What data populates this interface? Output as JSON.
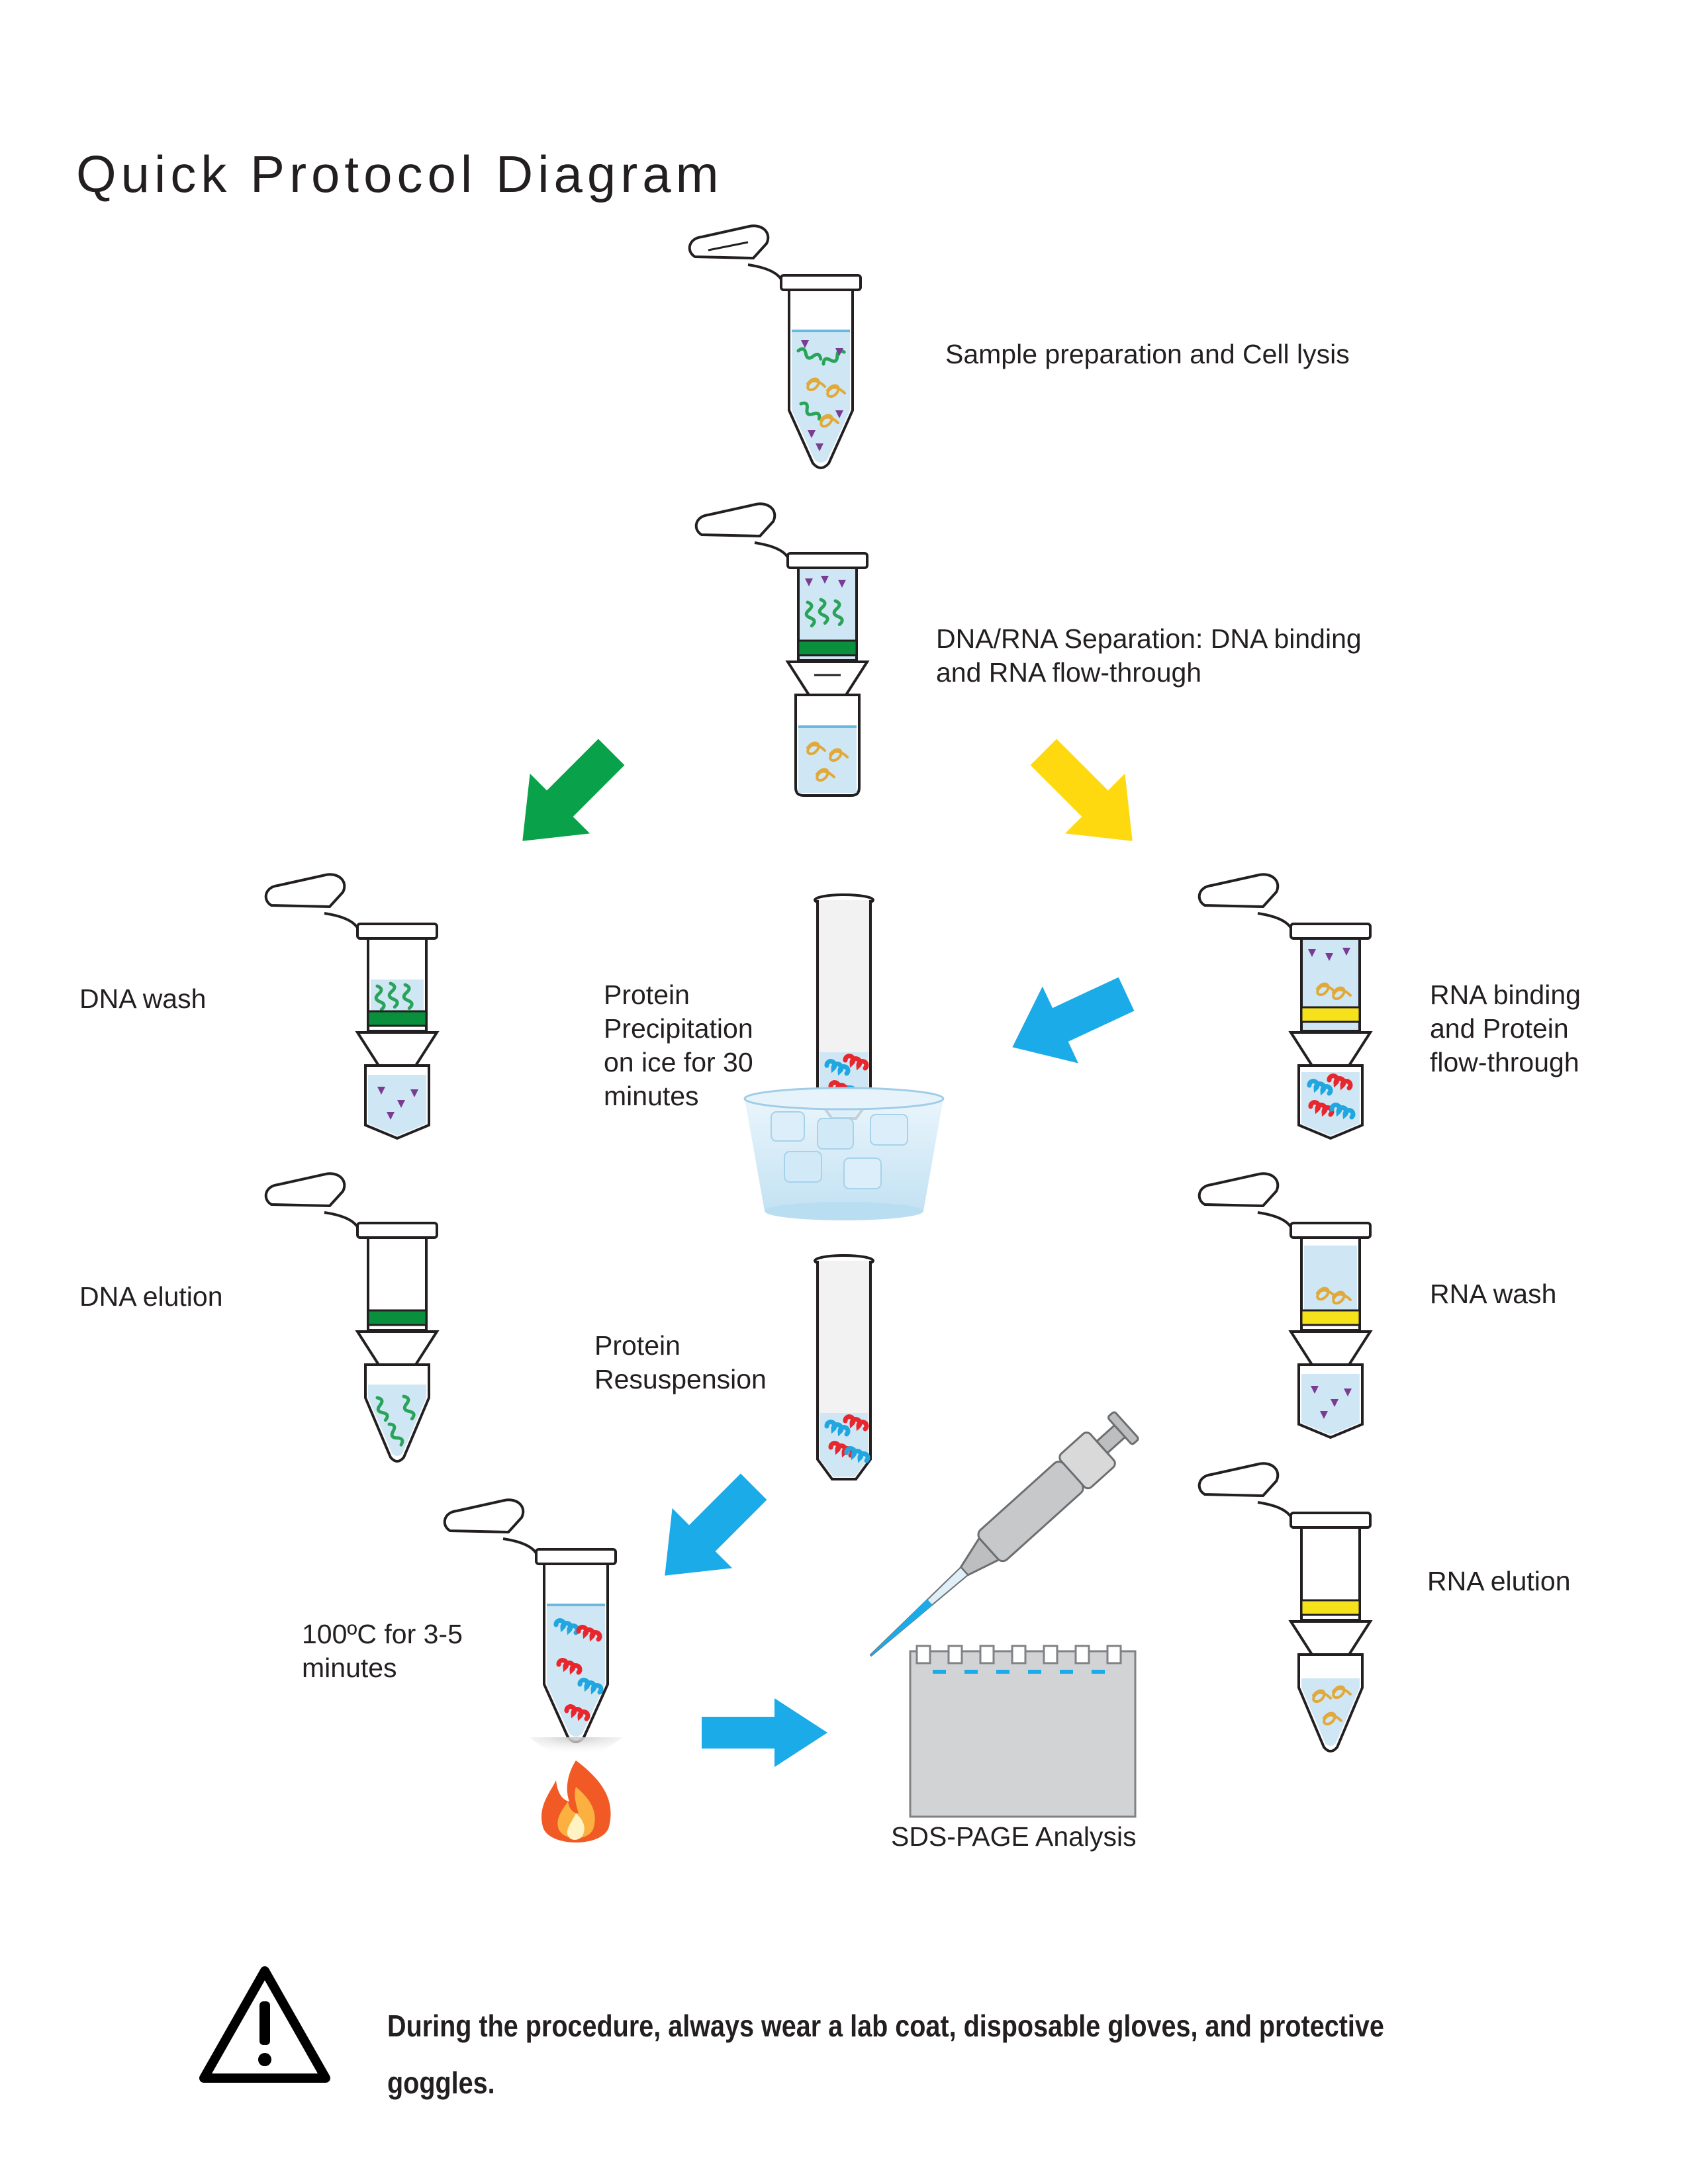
{
  "title": "Quick Protocol Diagram",
  "steps": {
    "sample_prep": "Sample preparation and Cell lysis",
    "separation_line1": "DNA/RNA Separation: DNA binding",
    "separation_line2": "and RNA flow-through",
    "dna_wash": "DNA wash",
    "dna_elution": "DNA elution",
    "protein_precipitation_line1": "Protein",
    "protein_precipitation_line2": "Precipitation",
    "protein_precipitation_line3": "on ice for 30",
    "protein_precipitation_line4": "minutes",
    "protein_resuspension_line1": "Protein",
    "protein_resuspension_line2": "Resuspension",
    "heating_line1": "100ºC for 3-5",
    "heating_line2": "minutes",
    "rna_binding_line1": "RNA binding",
    "rna_binding_line2": "and Protein",
    "rna_binding_line3": "flow-through",
    "rna_wash": "RNA wash",
    "rna_elution": "RNA elution",
    "sds_page": "SDS-PAGE Analysis"
  },
  "warning": {
    "line1": "During the procedure, always wear a lab coat, disposable gloves, and protective",
    "line2": "goggles."
  },
  "icons": [
    "microcentrifuge-tube-icon",
    "spin-column-icon",
    "arrow-icon",
    "ice-bucket-icon",
    "flame-icon",
    "pipette-icon",
    "gel-icon",
    "warning-triangle-icon"
  ],
  "colors": {
    "dna_arrow": "#0aa14b",
    "rna_arrow": "#ffd90f",
    "protein_arrow": "#1aabe8",
    "dna_filter": "#0a8f3c",
    "rna_filter": "#f5e21a",
    "liquid": "#cfe7f4",
    "protein_red": "#e8262d",
    "protein_blue": "#22a6e0",
    "dna_strand": "#2aa35a",
    "rna_strand": "#e0a93a",
    "fragments": "#7a3c93"
  }
}
